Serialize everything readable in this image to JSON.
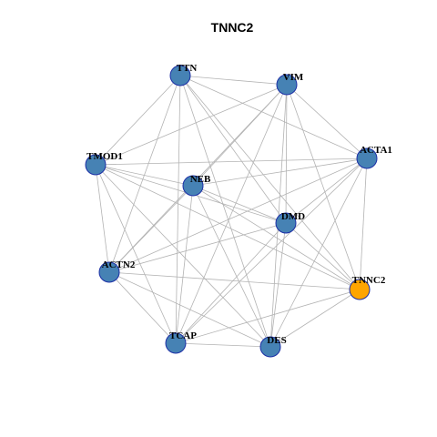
{
  "title": "TNNC2",
  "colors": {
    "node_fill": "#4682b4",
    "node_highlight": "#ffa500",
    "node_stroke": "#1c2fa6",
    "edge": "#b3b3b3"
  },
  "graph": {
    "nodes": [
      {
        "id": "TTN",
        "label": "TTN",
        "highlight": false
      },
      {
        "id": "VIM",
        "label": "VIM",
        "highlight": false
      },
      {
        "id": "TMOD1",
        "label": "TMOD1",
        "highlight": false
      },
      {
        "id": "ACTA1",
        "label": "ACTA1",
        "highlight": false
      },
      {
        "id": "NEB",
        "label": "NEB",
        "highlight": false
      },
      {
        "id": "DMD",
        "label": "DMD",
        "highlight": false
      },
      {
        "id": "ACTN2",
        "label": "ACTN2",
        "highlight": false
      },
      {
        "id": "TNNC2",
        "label": "TNNC2",
        "highlight": true
      },
      {
        "id": "TCAP",
        "label": "TCAP",
        "highlight": false
      },
      {
        "id": "DES",
        "label": "DES",
        "highlight": false
      }
    ],
    "edges": [
      [
        "TTN",
        "VIM"
      ],
      [
        "TTN",
        "ACTA1"
      ],
      [
        "TTN",
        "TMOD1"
      ],
      [
        "TTN",
        "DMD"
      ],
      [
        "TTN",
        "TNNC2"
      ],
      [
        "TTN",
        "ACTN2"
      ],
      [
        "TTN",
        "TCAP"
      ],
      [
        "TTN",
        "DES"
      ],
      [
        "VIM",
        "ACTA1"
      ],
      [
        "VIM",
        "TMOD1"
      ],
      [
        "VIM",
        "NEB"
      ],
      [
        "VIM",
        "DMD"
      ],
      [
        "VIM",
        "TNNC2"
      ],
      [
        "VIM",
        "ACTN2"
      ],
      [
        "VIM",
        "TCAP"
      ],
      [
        "VIM",
        "DES"
      ],
      [
        "TMOD1",
        "ACTA1"
      ],
      [
        "TMOD1",
        "NEB"
      ],
      [
        "TMOD1",
        "DMD"
      ],
      [
        "TMOD1",
        "TNNC2"
      ],
      [
        "TMOD1",
        "ACTN2"
      ],
      [
        "TMOD1",
        "TCAP"
      ],
      [
        "TMOD1",
        "DES"
      ],
      [
        "ACTA1",
        "NEB"
      ],
      [
        "ACTA1",
        "DMD"
      ],
      [
        "ACTA1",
        "TNNC2"
      ],
      [
        "ACTA1",
        "ACTN2"
      ],
      [
        "ACTA1",
        "TCAP"
      ],
      [
        "ACTA1",
        "DES"
      ],
      [
        "NEB",
        "DMD"
      ],
      [
        "NEB",
        "TNNC2"
      ],
      [
        "NEB",
        "ACTN2"
      ],
      [
        "NEB",
        "TCAP"
      ],
      [
        "NEB",
        "DES"
      ],
      [
        "DMD",
        "TNNC2"
      ],
      [
        "DMD",
        "ACTN2"
      ],
      [
        "DMD",
        "TCAP"
      ],
      [
        "DMD",
        "DES"
      ],
      [
        "ACTN2",
        "TNNC2"
      ],
      [
        "ACTN2",
        "TCAP"
      ],
      [
        "ACTN2",
        "DES"
      ],
      [
        "TNNC2",
        "TCAP"
      ],
      [
        "TNNC2",
        "DES"
      ],
      [
        "TCAP",
        "DES"
      ]
    ]
  }
}
